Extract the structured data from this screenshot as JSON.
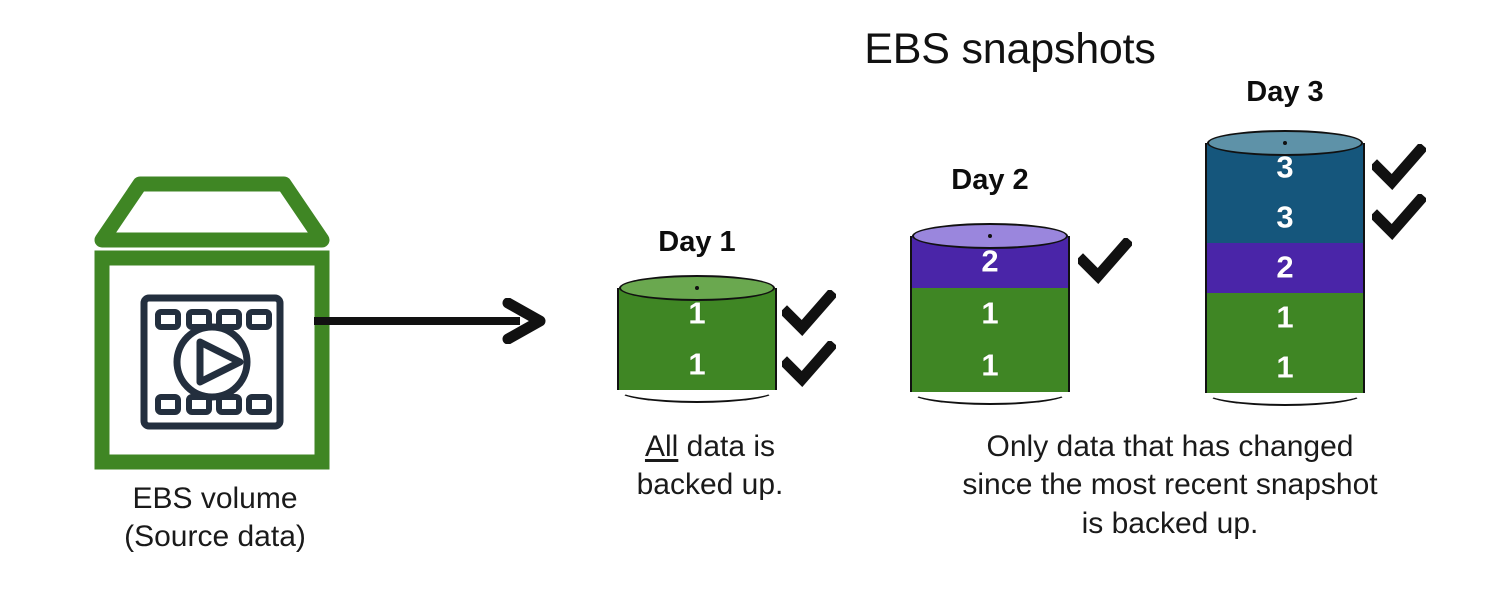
{
  "title": "EBS snapshots",
  "colors": {
    "green_body": "#3f8624",
    "green_top": "#6aa84f",
    "purple_body": "#4a25a8",
    "purple_top": "#9a86dd",
    "teal_body": "#15567c",
    "teal_top": "#5e92a8",
    "outline": "#111111",
    "icon_green": "#3f8624",
    "icon_navy": "#232f3e",
    "text": "#1a1a1a"
  },
  "source": {
    "icon_name": "ebs-volume-media-icon",
    "caption_line1": "EBS volume",
    "caption_line2": "(Source data)"
  },
  "arrow": {
    "name": "flow-arrow",
    "direction": "right"
  },
  "snapshots": [
    {
      "id": "day-1",
      "label": "Day 1",
      "segments": [
        {
          "value": "1",
          "color": "green",
          "checked": true
        },
        {
          "value": "1",
          "color": "green",
          "checked": true
        }
      ],
      "top_color": "green"
    },
    {
      "id": "day-2",
      "label": "Day 2",
      "segments": [
        {
          "value": "2",
          "color": "purple",
          "checked": true
        },
        {
          "value": "1",
          "color": "green",
          "checked": false
        },
        {
          "value": "1",
          "color": "green",
          "checked": false
        }
      ],
      "top_color": "purple"
    },
    {
      "id": "day-3",
      "label": "Day 3",
      "segments": [
        {
          "value": "3",
          "color": "teal",
          "checked": true
        },
        {
          "value": "3",
          "color": "teal",
          "checked": true
        },
        {
          "value": "2",
          "color": "purple",
          "checked": false
        },
        {
          "value": "1",
          "color": "green",
          "checked": false
        },
        {
          "value": "1",
          "color": "green",
          "checked": false
        }
      ],
      "top_color": "teal"
    }
  ],
  "captions": {
    "left_emphasis": "All",
    "left_rest": " data is",
    "left_line2": "backed up.",
    "right_line1": "Only data that has changed",
    "right_line2": "since the most recent snapshot",
    "right_line3": "is backed up."
  }
}
